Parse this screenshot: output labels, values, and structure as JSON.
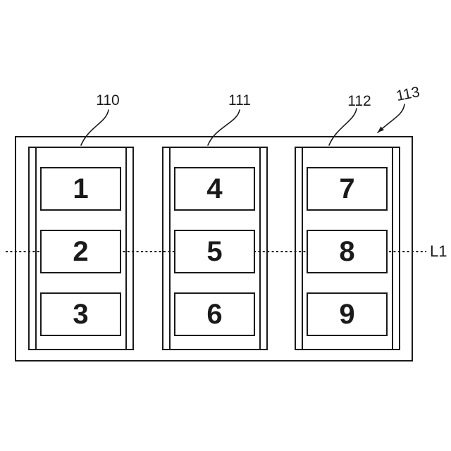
{
  "figure": {
    "outer_label": "113",
    "line_label": "L1",
    "panels": [
      {
        "ref": "110",
        "cells": [
          "1",
          "2",
          "3"
        ]
      },
      {
        "ref": "111",
        "cells": [
          "4",
          "5",
          "6"
        ]
      },
      {
        "ref": "112",
        "cells": [
          "7",
          "8",
          "9"
        ]
      }
    ]
  },
  "colors": {
    "ink": "#1a1a1a",
    "background": "#ffffff"
  }
}
